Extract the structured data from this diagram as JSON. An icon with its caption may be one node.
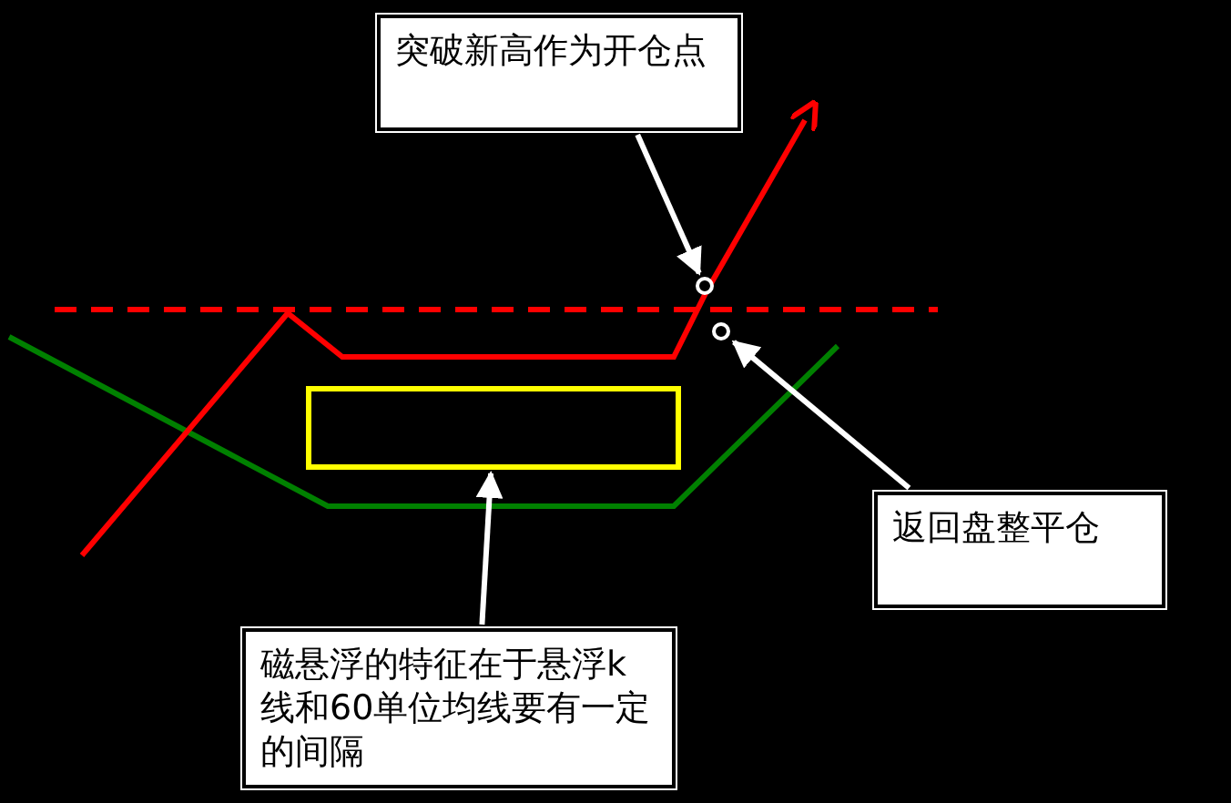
{
  "diagram": {
    "nodes": [
      {
        "text": [
          "突破新高作为开仓点"
        ]
      },
      {
        "text": [],
        "shape": "circle"
      },
      {
        "text": [],
        "shape": "circle"
      },
      {
        "text": [
          "返回盘整平仓"
        ]
      },
      {
        "text": [],
        "shape": "box"
      },
      {
        "text": [
          "磁悬浮的特征在于悬浮k线和60单位均线要有一定的间隔"
        ]
      }
    ],
    "edges": [
      {
        "from": 0,
        "to": 1,
        "arrow": "to"
      },
      {
        "from": 3,
        "to": 2,
        "arrow": "to"
      },
      {
        "from": 5,
        "to": 4,
        "arrow": "to"
      }
    ]
  }
}
